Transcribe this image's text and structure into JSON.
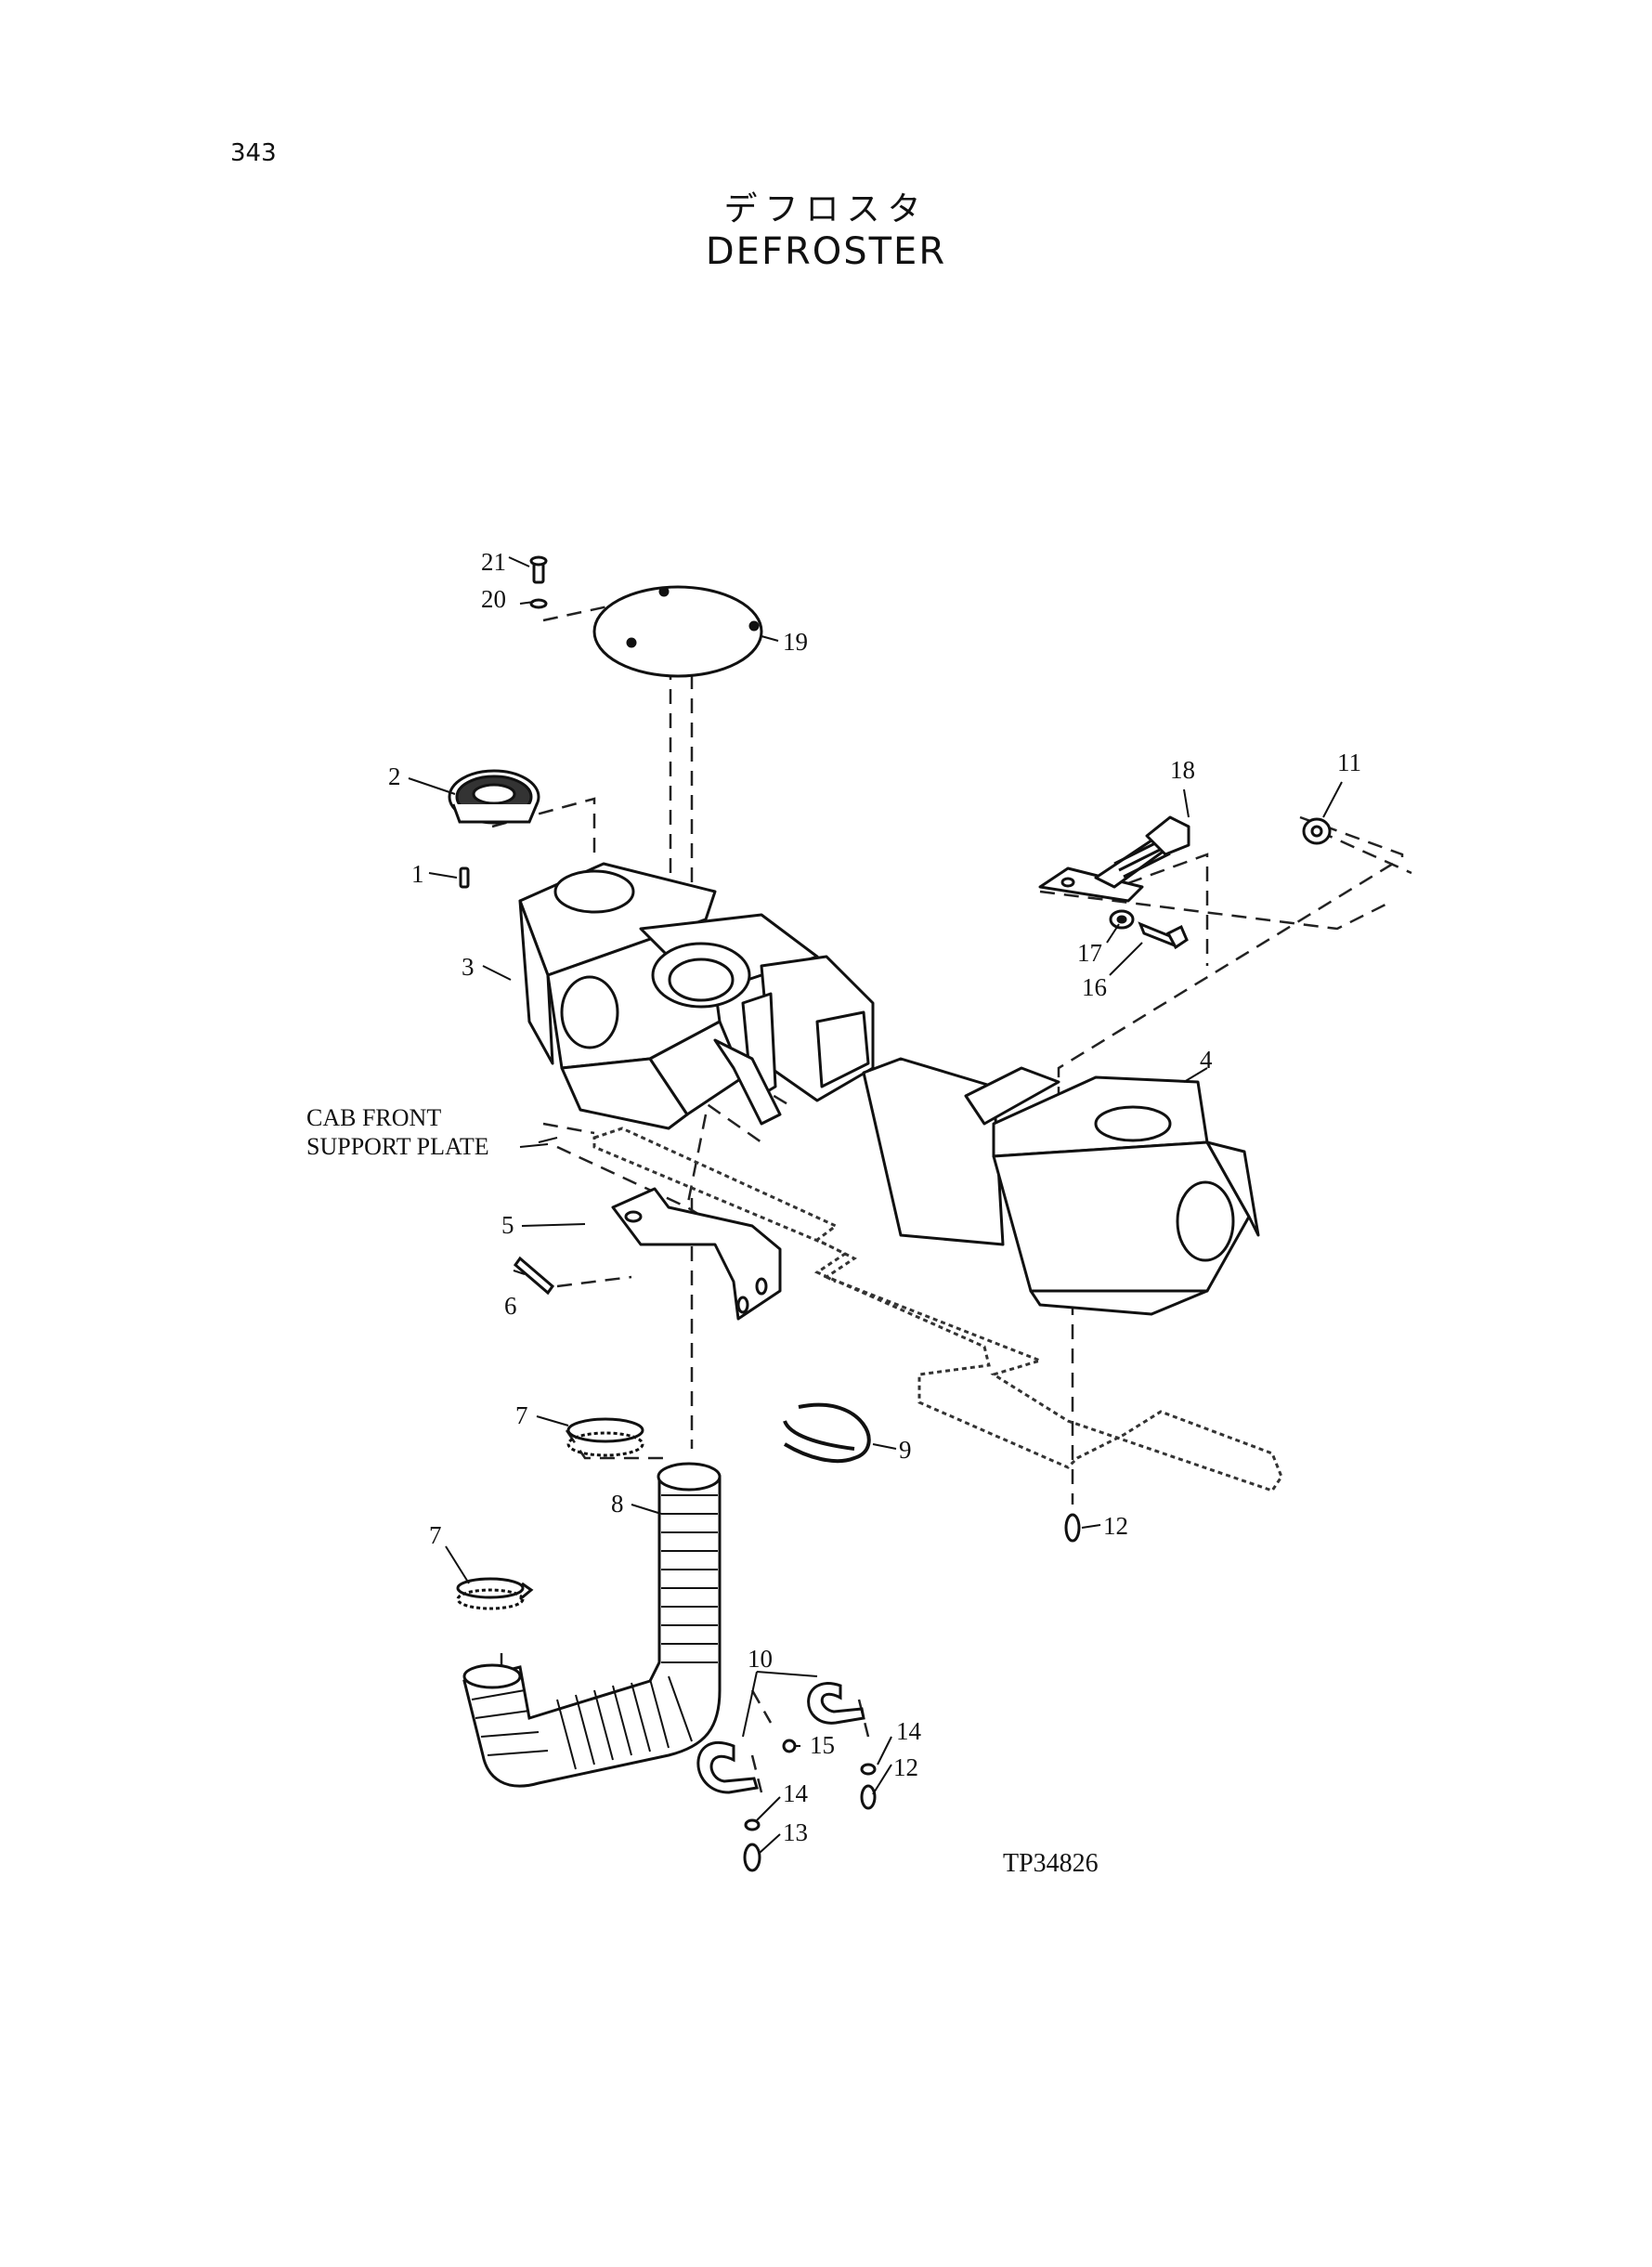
{
  "page_number": "343",
  "title_jp": "デフロスタ",
  "title_en": "DEFROSTER",
  "figure_code": "TP34826",
  "annotation": {
    "line1": "CAB FRONT",
    "line2": "SUPPORT PLATE"
  },
  "callouts": {
    "c1": "1",
    "c2": "2",
    "c3": "3",
    "c4": "4",
    "c5": "5",
    "c6": "6",
    "c7a": "7",
    "c7b": "7",
    "c8": "8",
    "c9": "9",
    "c10": "10",
    "c11": "11",
    "c12a": "12",
    "c12b": "12",
    "c13": "13",
    "c14a": "14",
    "c14b": "14",
    "c15": "15",
    "c16": "16",
    "c17": "17",
    "c18": "18",
    "c19": "19",
    "c20": "20",
    "c21": "21"
  },
  "part_icons": [
    "bolt-icon",
    "washer-icon",
    "cover-plate-icon",
    "grille-icon",
    "duct-icon",
    "hose-icon",
    "clamp-icon",
    "bracket-icon"
  ]
}
